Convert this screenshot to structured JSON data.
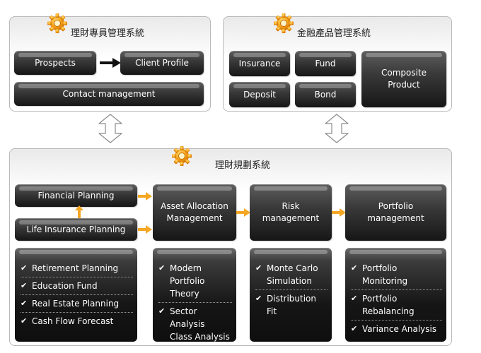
{
  "advisor_system": {
    "title": "理財專員管理系統",
    "prospects": "Prospects",
    "client_profile": "Client Profile",
    "contact_management": "Contact management"
  },
  "product_system": {
    "title": "金融產品管理系統",
    "insurance": "Insurance",
    "fund": "Fund",
    "deposit": "Deposit",
    "bond": "Bond",
    "composite_line1": "Composite",
    "composite_line2": "Product"
  },
  "planning_system": {
    "title": "理財規劃系統",
    "financial_planning": "Financial Planning",
    "life_insurance_planning": "Life Insurance Planning",
    "asset_allocation_line1": "Asset Allocation",
    "asset_allocation_line2": "Management",
    "risk_line1": "Risk",
    "risk_line2": "management",
    "portfolio_line1": "Portfolio",
    "portfolio_line2": "management",
    "planning_features": [
      "Retirement Planning",
      "Education Fund",
      "Real Estate Planning",
      "Cash Flow Forecast"
    ],
    "allocation_features": [
      {
        "line1": "Modern",
        "line2": "Portfolio Theory"
      },
      {
        "line1": "Sector Analysis",
        "line2": "Class Analysis"
      }
    ],
    "risk_features": [
      {
        "line1": "Monte Carlo",
        "line2": "Simulation"
      },
      {
        "line1": "Distribution Fit",
        "line2": ""
      }
    ],
    "portfolio_features": [
      {
        "line1": "Portfolio",
        "line2": "Monitoring"
      },
      {
        "line1": "Portfolio",
        "line2": "Rebalancing"
      },
      {
        "line1": "Variance Analysis",
        "line2": ""
      }
    ]
  },
  "colors": {
    "accent_orange": "#f5a623",
    "gear_orange": "#f7a21b",
    "box_dark": "#161616",
    "panel_border": "#b9b9b9"
  },
  "icons": {
    "gear": "gear-icon",
    "check": "check-icon",
    "arrow_right": "arrow-right-icon",
    "double_arrow": "double-arrow-icon"
  }
}
